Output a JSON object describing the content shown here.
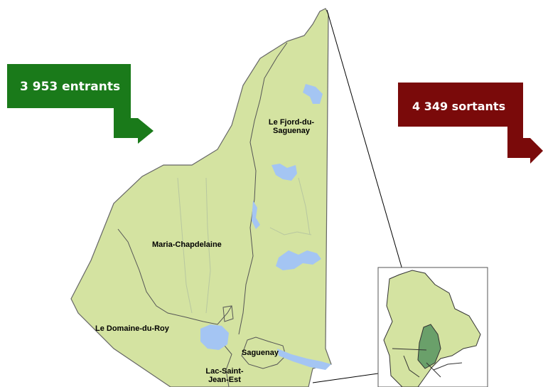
{
  "flows": {
    "entrants": {
      "label": "3 953 entrants",
      "color": "#1a7a1a"
    },
    "sortants": {
      "label": "4 349 sortants",
      "color": "#7a0a0a"
    }
  },
  "regions": {
    "fjord": "Le Fjord-du-Saguenay",
    "maria": "Maria-Chapdelaine",
    "domaine": "Le Domaine-du-Roy",
    "saguenay": "Saguenay",
    "lac": "Lac-Saint-Jean-Est"
  },
  "colors": {
    "land": "#d4e3a1",
    "water": "#a4c5f3",
    "highlight": "#6aa06a",
    "border": "#444444"
  }
}
